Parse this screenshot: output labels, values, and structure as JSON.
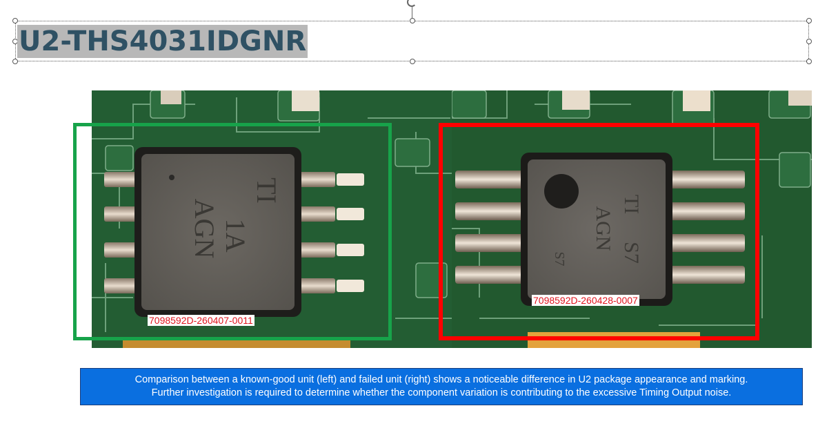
{
  "slide": {
    "title": "U2-THS4031IDGNR",
    "photos": {
      "left": {
        "serial": "7098592D-260407-0011",
        "status_color": "#17a34a",
        "chip_marking": [
          "TI",
          "1A",
          "AGN"
        ]
      },
      "right": {
        "serial": "7098592D-260428-0007",
        "status_color": "#ff0000",
        "chip_marking": [
          "TI",
          "S7",
          "AGN",
          "S7"
        ]
      }
    },
    "caption": {
      "line1": "Comparison between a known-good unit (left) and failed unit (right) shows a noticeable difference in U2 package appearance and marking.",
      "line2": "Further investigation is required to determine whether the component variation is contributing to the excessive Timing Output noise."
    },
    "colors": {
      "caption_bg": "#0a6fe0",
      "title_text": "#2f5164",
      "title_highlight": "#b8b8b8"
    }
  }
}
